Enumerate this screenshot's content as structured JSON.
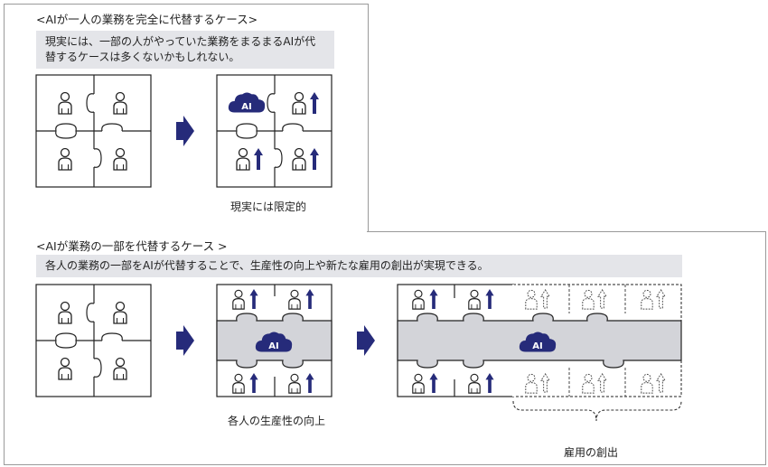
{
  "section1": {
    "heading": "<AIが一人の業務を完全に代替するケース>",
    "note": "現実には、一部の人がやっていた業務をまるまるAIが代替するケースは多くないかもしれない。",
    "caption": "現実には限定的"
  },
  "section2": {
    "heading": "<AIが業務の一部を代替するケース >",
    "note": "各人の業務の一部をAIが代替することで、生産性の向上や新たな雇用の創出が実現できる。",
    "caption_productivity": "各人の生産性の向上",
    "caption_jobs": "雇用の創出"
  },
  "ai_badge": "AI",
  "colors": {
    "navy": "#262b7a",
    "gray_band": "#d3d4d9",
    "note_bg": "#e4e5e9"
  },
  "icons": [
    "person-icon",
    "up-arrow-icon",
    "ai-cloud-icon",
    "right-arrow-icon",
    "brace-icon"
  ]
}
